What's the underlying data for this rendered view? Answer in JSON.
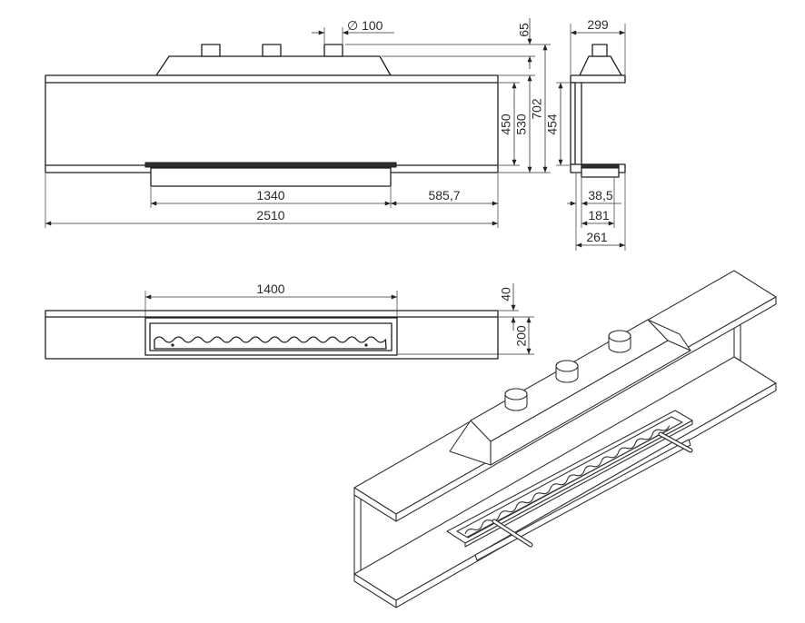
{
  "colors": {
    "line": "#1e1e1e",
    "text": "#2a2a2a",
    "background": "#ffffff"
  },
  "front_view": {
    "flue_label": "∅ 100",
    "dim_65": "65",
    "dim_450": "450",
    "dim_530": "530",
    "dim_702": "702",
    "dim_1340": "1340",
    "dim_585_7": "585,7",
    "dim_2510": "2510"
  },
  "side_view": {
    "dim_299": "299",
    "dim_454": "454",
    "dim_38_5": "38,5",
    "dim_181": "181",
    "dim_261": "261"
  },
  "opening_view": {
    "dim_1400": "1400",
    "dim_40": "40",
    "dim_200": "200"
  }
}
